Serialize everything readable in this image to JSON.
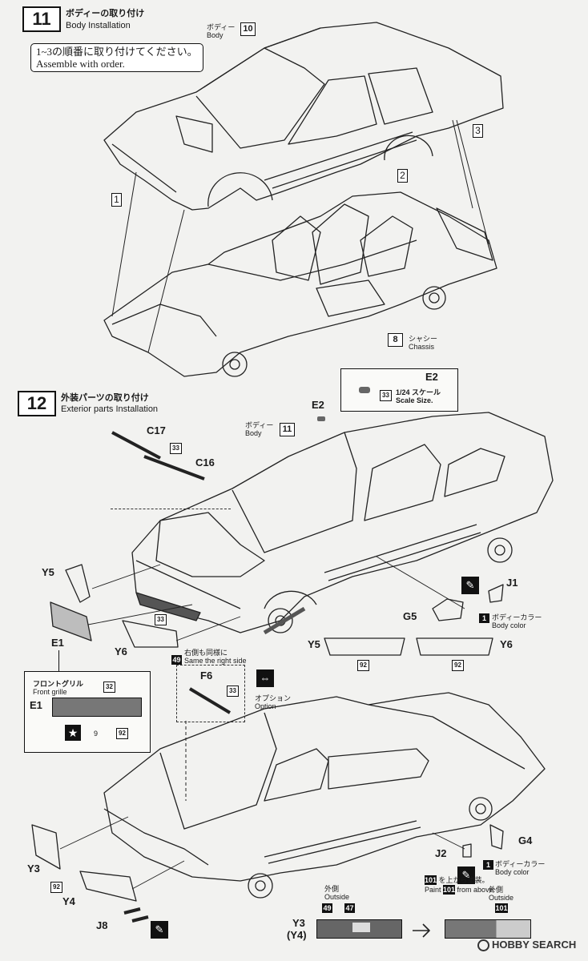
{
  "step11": {
    "num": "11",
    "title_jp": "ボディーの取り付け",
    "title_en": "Body Installation",
    "note_jp": "1~3の順番に取り付けてください。",
    "note_en": "Assemble with order.",
    "body_jp": "ボディー",
    "body_en": "Body",
    "body_num": "10",
    "order": [
      "1",
      "2",
      "3"
    ],
    "chassis_num": "8",
    "chassis_jp": "シャシー",
    "chassis_en": "Chassis"
  },
  "step12": {
    "num": "12",
    "title_jp": "外装パーツの取り付け",
    "title_en": "Exterior parts Installation",
    "scale_part": "E2",
    "scale_paint": "33",
    "scale_jp": "1/24 スケール",
    "scale_en": "Scale Size.",
    "body_jp": "ボディー",
    "body_en": "Body",
    "body_num": "11",
    "e2_label": "E2",
    "c17": "C17",
    "c16": "C16",
    "paint_33": "33",
    "y5": "Y5",
    "y6": "Y6",
    "e1": "E1",
    "j1": "J1",
    "g5": "G5",
    "bodycolor_num": "1",
    "bodycolor_jp": "ボディーカラー",
    "bodycolor_en": "Body color",
    "same_num": "49",
    "same_jp": "右側も同様に",
    "same_en": "Same the right side",
    "lens_y5": "Y5",
    "lens_y6": "Y6",
    "lens_paint": "92",
    "grille_jp": "フロントグリル",
    "grille_en": "Front grille",
    "grille_e1": "E1",
    "grille_paint_top": "32",
    "grille_paint_9": "9",
    "grille_paint_92": "92",
    "f6": "F6",
    "f6_paint": "33",
    "option_jp": "オプション",
    "option_en": "Option",
    "g4": "G4",
    "j2": "J2",
    "bodycolor2_num": "1",
    "bodycolor2_jp": "ボディーカラー",
    "bodycolor2_en": "Body color",
    "y3": "Y3",
    "y4": "Y4",
    "y3_paint": "92",
    "j8": "J8",
    "outside_jp": "外側",
    "outside_en": "Outside",
    "out_paint_a": "49",
    "out_paint_b": "47",
    "y3y4_a": "Y3",
    "y3y4_b": "(Y4)",
    "paint_above_num": "101",
    "paint_above_jp": "を上から塗装。",
    "paint_above_en_pre": "Paint",
    "paint_above_en_post": "from above.",
    "outside2_jp": "外側",
    "outside2_en": "Outside",
    "outside2_num": "101"
  },
  "watermark": "HOBBY SEARCH"
}
